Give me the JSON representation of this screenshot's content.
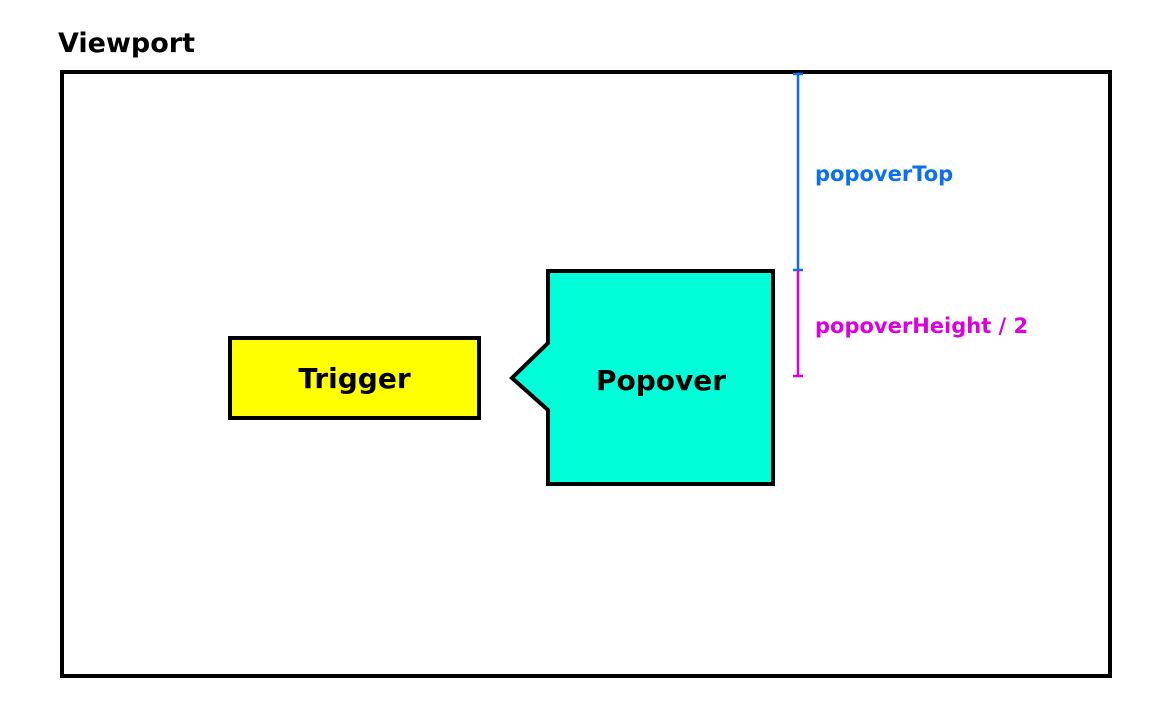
{
  "viewport": {
    "title": "Viewport"
  },
  "trigger": {
    "label": "Trigger",
    "color": "#ffff00"
  },
  "popover": {
    "label": "Popover",
    "color": "#00ffd8"
  },
  "dimensions": {
    "top_label": "popoverTop",
    "top_color": "#0a6ff0",
    "height_label": "popoverHeight / 2",
    "height_color": "#dd00dd"
  }
}
